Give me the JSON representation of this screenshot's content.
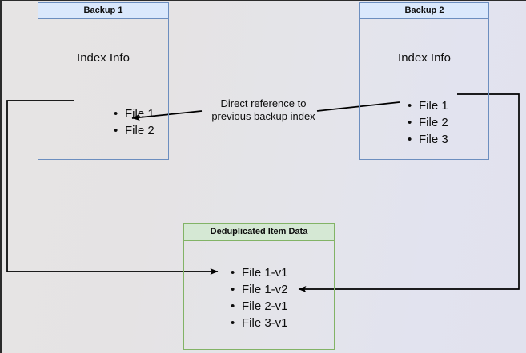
{
  "diagram": {
    "title": "Backup deduplication index reference diagram",
    "background_gradient_from": "#e6e4e4",
    "background_gradient_to": "#e1e2ee",
    "blue_fill": "#dae8fc",
    "blue_stroke": "#6c8ebf",
    "green_fill": "#d5e8d4",
    "green_stroke": "#82b366",
    "line_color": "#000000"
  },
  "backup1": {
    "title": "Backup 1",
    "subtitle": "Index Info",
    "files": [
      "File 1",
      "File 2"
    ]
  },
  "backup2": {
    "title": "Backup 2",
    "subtitle": "Index Info",
    "files": [
      "File 1",
      "File 2",
      "File 3"
    ]
  },
  "dedup": {
    "title": "Deduplicated Item Data",
    "items": [
      "File 1-v1",
      "File 1-v2",
      "File 2-v1",
      "File 3-v1"
    ]
  },
  "annotation": {
    "text": "Direct reference to\nprevious backup index"
  }
}
